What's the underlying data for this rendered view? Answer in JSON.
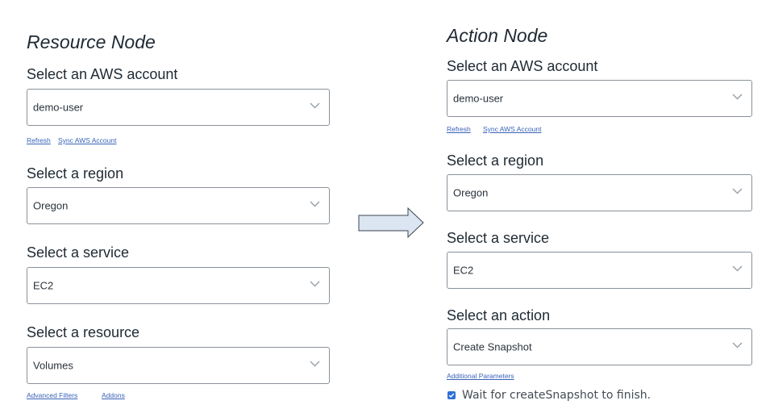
{
  "resource_node": {
    "title": "Resource Node",
    "account": {
      "label": "Select an AWS account",
      "value": "demo-user",
      "links": {
        "refresh": "Refresh",
        "sync": "Sync AWS Account"
      }
    },
    "region": {
      "label": "Select a region",
      "value": "Oregon"
    },
    "service": {
      "label": "Select a service",
      "value": "EC2"
    },
    "resource": {
      "label": "Select a resource",
      "value": "Volumes",
      "links": {
        "advanced_filters": "Advanced Filters",
        "addons": "Addons"
      }
    }
  },
  "action_node": {
    "title": "Action Node",
    "account": {
      "label": "Select an AWS account",
      "value": "demo-user",
      "links": {
        "refresh": "Refresh",
        "sync": "Sync AWS Account"
      }
    },
    "region": {
      "label": "Select a region",
      "value": "Oregon"
    },
    "service": {
      "label": "Select a service",
      "value": "EC2"
    },
    "action": {
      "label": "Select an action",
      "value": "Create Snapshot",
      "links": {
        "additional_parameters": "Additional Parameters"
      }
    },
    "wait_option": {
      "checked": true,
      "label": "Wait for createSnapshot to finish."
    }
  },
  "flow_arrow": {
    "icon": "right-arrow-icon"
  },
  "colors": {
    "link": "#3a63b8",
    "checkbox": "#2f6fd6",
    "arrow_fill": "#dce6f2",
    "select_border": "#8a9299"
  }
}
